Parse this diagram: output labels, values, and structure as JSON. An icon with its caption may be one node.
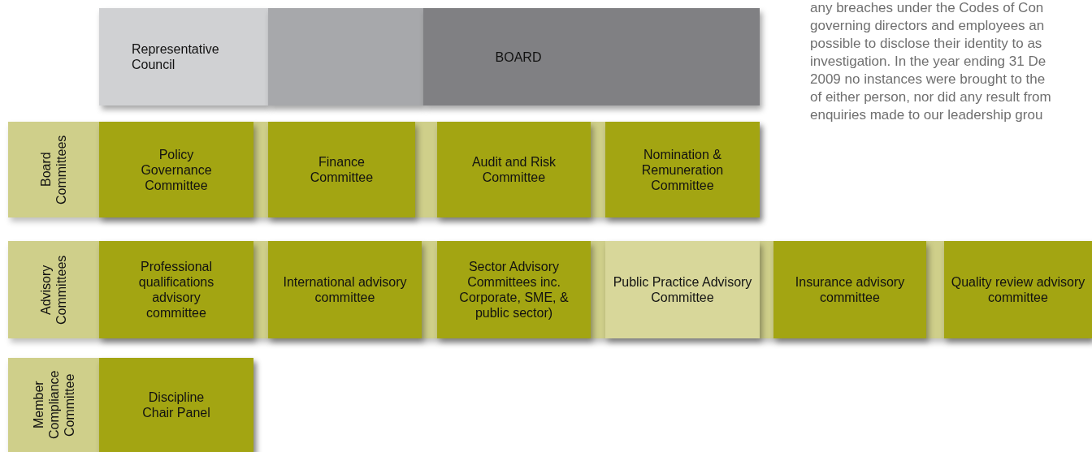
{
  "diagram": {
    "nodes": [
      {
        "text": [
          "Representative Council"
        ]
      },
      {
        "text": [],
        "shape": "box"
      },
      {
        "text": [
          "BOARD"
        ]
      },
      {
        "text": [
          "Board Committees"
        ]
      },
      {
        "text": [
          "Policy Governance Committee"
        ],
        "in": 3
      },
      {
        "text": [
          "Finance Committee"
        ],
        "in": 3
      },
      {
        "text": [
          "Audit and Risk Committee"
        ],
        "in": 3
      },
      {
        "text": [
          "Nomination & Remuneration Committee"
        ],
        "in": 3
      },
      {
        "text": [
          "Advisory Committees"
        ]
      },
      {
        "text": [
          "Professional qualifications advisory committee"
        ],
        "in": 8
      },
      {
        "text": [
          "International advisory committee"
        ],
        "in": 8
      },
      {
        "text": [
          "Sector Advisory Committees inc. Corporate, SME, & public sector)"
        ],
        "in": 8
      },
      {
        "text": [
          "Public Practice Advisory Committee"
        ],
        "in": 8
      },
      {
        "text": [
          "Insurance advisory committee"
        ],
        "in": 8
      },
      {
        "text": [
          "Quality review advisory committee"
        ],
        "in": 8
      },
      {
        "text": [
          "Member Compliance Committee"
        ]
      },
      {
        "text": [
          "Discipline Chair Panel"
        ],
        "in": 15
      }
    ],
    "edges": [],
    "labels": [
      "any breaches under the Codes of Con",
      "governing directors and employees an",
      "possible to disclose their identity to as",
      "investigation. In the year ending 31 De",
      "2009 no instances were brought to the",
      "of either person, nor did any result from",
      "enquiries made to our leadership grou"
    ]
  }
}
